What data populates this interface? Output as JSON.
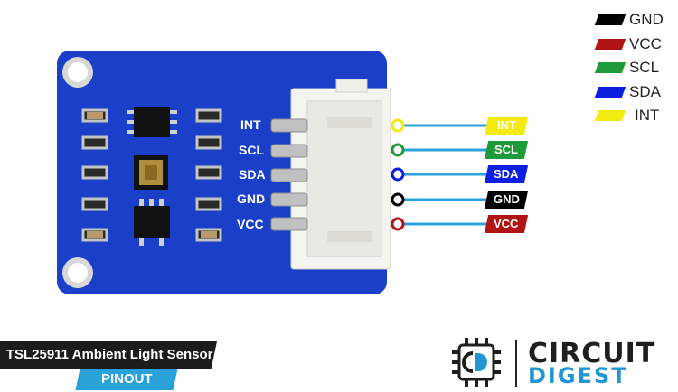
{
  "legend": [
    {
      "label": "GND",
      "color": "#000000"
    },
    {
      "label": "VCC",
      "color": "#b01414"
    },
    {
      "label": "SCL",
      "color": "#1f9a3a"
    },
    {
      "label": "SDA",
      "color": "#0c1ee0"
    },
    {
      "label": "INT",
      "color": "#f2ea10"
    }
  ],
  "pins": [
    {
      "board_label": "INT",
      "tag": "INT",
      "color": "#f2ea10",
      "text_color": "#ffffff"
    },
    {
      "board_label": "SCL",
      "tag": "SCL",
      "color": "#1f9a3a",
      "text_color": "#ffffff"
    },
    {
      "board_label": "SDA",
      "tag": "SDA",
      "color": "#0c1ee0",
      "text_color": "#ffffff"
    },
    {
      "board_label": "GND",
      "tag": "GND",
      "color": "#000000",
      "text_color": "#ffffff"
    },
    {
      "board_label": "VCC",
      "tag": "VCC",
      "color": "#b01414",
      "text_color": "#ffffff"
    }
  ],
  "pcb_color": "#1a3fc9",
  "title": "TSL25911 Ambient Light Sensor",
  "subtitle": "PINOUT",
  "brand": {
    "name": "CIRCUIT",
    "sub": "DIGEST"
  }
}
